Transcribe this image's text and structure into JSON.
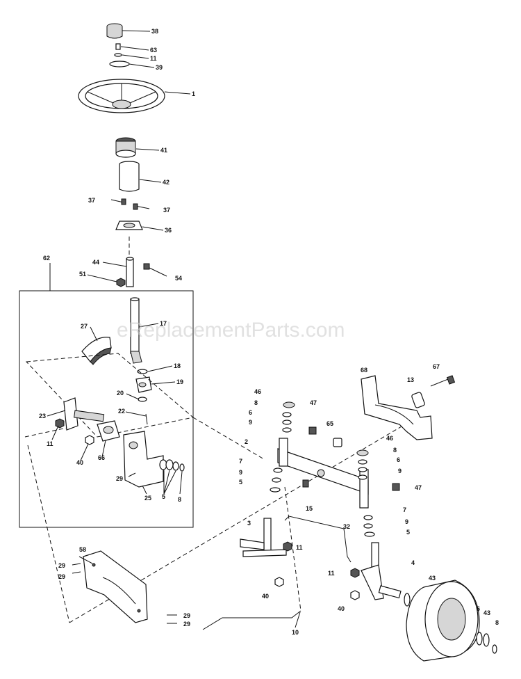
{
  "watermark": "eReplacementParts.com",
  "callouts": [
    {
      "id": "c38",
      "text": "38"
    },
    {
      "id": "c63",
      "text": "63"
    },
    {
      "id": "c11a",
      "text": "11"
    },
    {
      "id": "c39",
      "text": "39"
    },
    {
      "id": "c1",
      "text": "1"
    },
    {
      "id": "c41",
      "text": "41"
    },
    {
      "id": "c42",
      "text": "42"
    },
    {
      "id": "c37a",
      "text": "37"
    },
    {
      "id": "c37b",
      "text": "37"
    },
    {
      "id": "c36",
      "text": "36"
    },
    {
      "id": "c62",
      "text": "62"
    },
    {
      "id": "c44",
      "text": "44"
    },
    {
      "id": "c51",
      "text": "51"
    },
    {
      "id": "c54",
      "text": "54"
    },
    {
      "id": "c17",
      "text": "17"
    },
    {
      "id": "c27",
      "text": "27"
    },
    {
      "id": "c18",
      "text": "18"
    },
    {
      "id": "c19",
      "text": "19"
    },
    {
      "id": "c20",
      "text": "20"
    },
    {
      "id": "c22",
      "text": "22"
    },
    {
      "id": "c23",
      "text": "23"
    },
    {
      "id": "c11b",
      "text": "11"
    },
    {
      "id": "c40a",
      "text": "40"
    },
    {
      "id": "c66",
      "text": "66"
    },
    {
      "id": "c29a",
      "text": "29"
    },
    {
      "id": "c25",
      "text": "25"
    },
    {
      "id": "c5a",
      "text": "5"
    },
    {
      "id": "c8a",
      "text": "8"
    },
    {
      "id": "c68",
      "text": "68"
    },
    {
      "id": "c13",
      "text": "13"
    },
    {
      "id": "c67",
      "text": "67"
    },
    {
      "id": "c46a",
      "text": "46"
    },
    {
      "id": "c8b",
      "text": "8"
    },
    {
      "id": "c6a",
      "text": "6"
    },
    {
      "id": "c9a",
      "text": "9"
    },
    {
      "id": "c47a",
      "text": "47"
    },
    {
      "id": "c65",
      "text": "65"
    },
    {
      "id": "c2",
      "text": "2"
    },
    {
      "id": "c7a",
      "text": "7"
    },
    {
      "id": "c9b",
      "text": "9"
    },
    {
      "id": "c5b",
      "text": "5"
    },
    {
      "id": "c15",
      "text": "15"
    },
    {
      "id": "c46b",
      "text": "46"
    },
    {
      "id": "c8c",
      "text": "8"
    },
    {
      "id": "c6b",
      "text": "6"
    },
    {
      "id": "c9c",
      "text": "9"
    },
    {
      "id": "c47b",
      "text": "47"
    },
    {
      "id": "c7b",
      "text": "7"
    },
    {
      "id": "c9d",
      "text": "9"
    },
    {
      "id": "c5c",
      "text": "5"
    },
    {
      "id": "c3",
      "text": "3"
    },
    {
      "id": "c11c",
      "text": "11"
    },
    {
      "id": "c32",
      "text": "32"
    },
    {
      "id": "c11d",
      "text": "11"
    },
    {
      "id": "c4",
      "text": "4"
    },
    {
      "id": "c40b",
      "text": "40"
    },
    {
      "id": "c40c",
      "text": "40"
    },
    {
      "id": "c43a",
      "text": "43"
    },
    {
      "id": "c6c",
      "text": "6"
    },
    {
      "id": "c43b",
      "text": "43"
    },
    {
      "id": "c8d",
      "text": "8"
    },
    {
      "id": "c58",
      "text": "58"
    },
    {
      "id": "c29b",
      "text": "29"
    },
    {
      "id": "c29c",
      "text": "29"
    },
    {
      "id": "c29d",
      "text": "29"
    },
    {
      "id": "c29e",
      "text": "29"
    },
    {
      "id": "c10",
      "text": "10"
    }
  ]
}
